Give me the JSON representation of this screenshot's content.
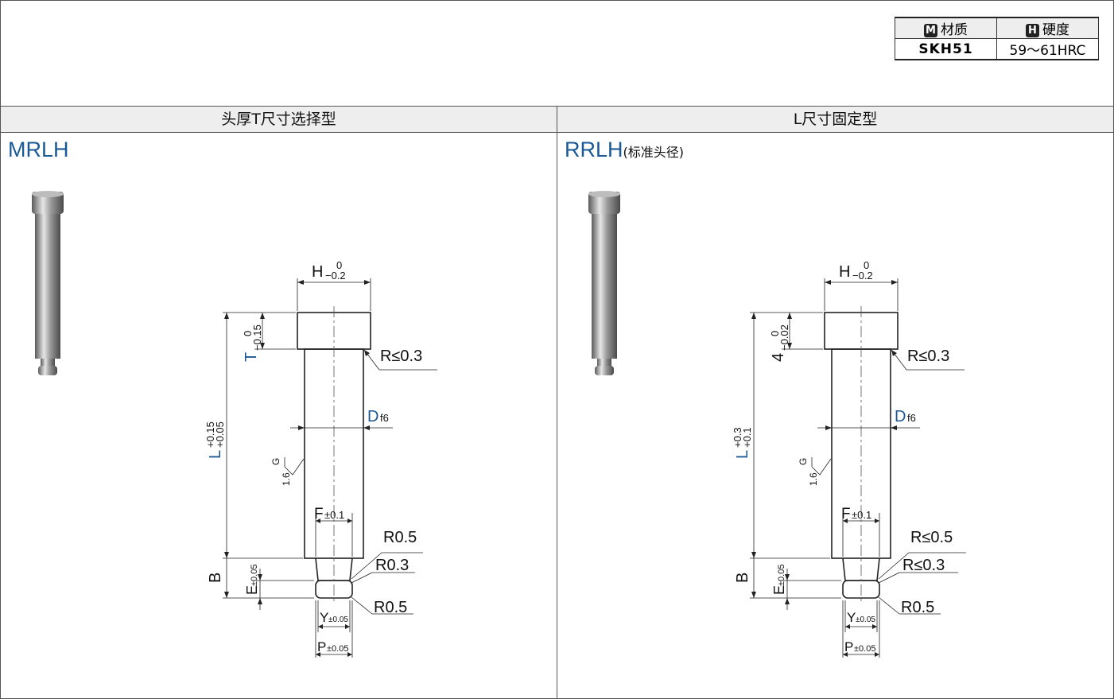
{
  "spec_table": {
    "material_badge": "M",
    "material_label": "材质",
    "hardness_badge": "H",
    "hardness_label": "硬度",
    "material_value": "SKH51",
    "hardness_value": "59〜61HRC"
  },
  "left_panel": {
    "header": "头厚T尺寸选择型",
    "code": "MRLH",
    "code_note": "",
    "dims": {
      "h_main": "H",
      "h_upper": "0",
      "h_lower": "−0.2",
      "t_main": "T",
      "t_upper": "0",
      "t_lower": "−0.15",
      "l_main": "L",
      "l_upper": "+0.15",
      "l_lower": "+0.05",
      "r_head": "R≤0.3",
      "d_main": "D",
      "d_sub": "f6",
      "g_label": "G",
      "rough": "1.6",
      "f_main": "F",
      "f_sub": "±0.1",
      "r1": "R0.5",
      "r2": "R0.3",
      "r3": "R0.5",
      "b_label": "B",
      "e_main": "E",
      "e_sub": "±0.05",
      "y_main": "Y",
      "y_sub": "±0.05",
      "p_main": "P",
      "p_sub": "±0.05"
    }
  },
  "right_panel": {
    "header": "L尺寸固定型",
    "code": "RRLH",
    "code_note": "(标准头径)",
    "dims": {
      "h_main": "H",
      "h_upper": "0",
      "h_lower": "−0.2",
      "t_main": "4",
      "t_upper": "0",
      "t_lower": "−0.02",
      "l_main": "L",
      "l_upper": "+0.3",
      "l_lower": "+0.1",
      "r_head": "R≤0.3",
      "d_main": "D",
      "d_sub": "f6",
      "g_label": "G",
      "rough": "1.6",
      "f_main": "F",
      "f_sub": "±0.1",
      "r1": "R≤0.5",
      "r2": "R≤0.3",
      "r3": "R0.5",
      "b_label": "B",
      "e_main": "E",
      "e_sub": "±0.05",
      "y_main": "Y",
      "y_sub": "±0.05",
      "p_main": "P",
      "p_sub": "±0.05"
    }
  },
  "colors": {
    "accent": "#1a5896",
    "line": "#222222",
    "header_bg": "#eeeeee"
  }
}
